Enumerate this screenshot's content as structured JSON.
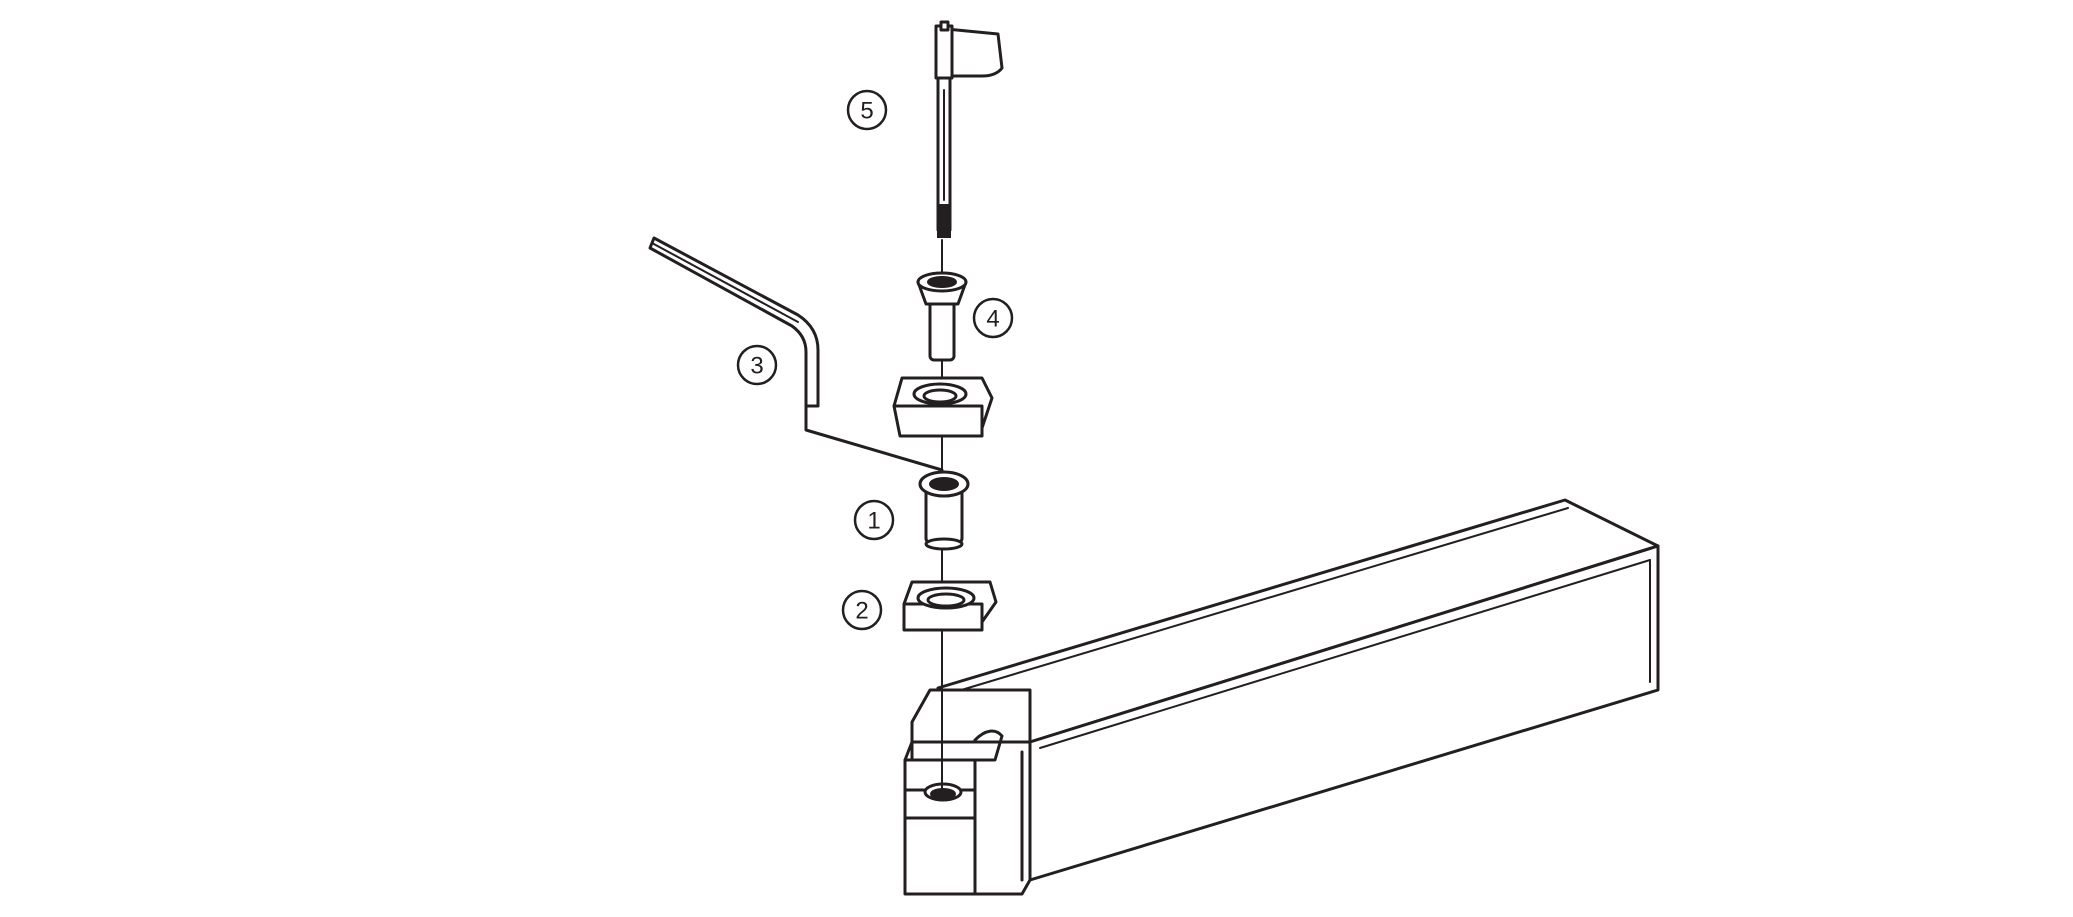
{
  "callouts": [
    {
      "id": "1",
      "label": "1"
    },
    {
      "id": "2",
      "label": "2"
    },
    {
      "id": "3",
      "label": "3"
    },
    {
      "id": "4",
      "label": "4"
    },
    {
      "id": "5",
      "label": "5"
    }
  ],
  "colors": {
    "line": "#231f20",
    "background": "#ffffff"
  }
}
